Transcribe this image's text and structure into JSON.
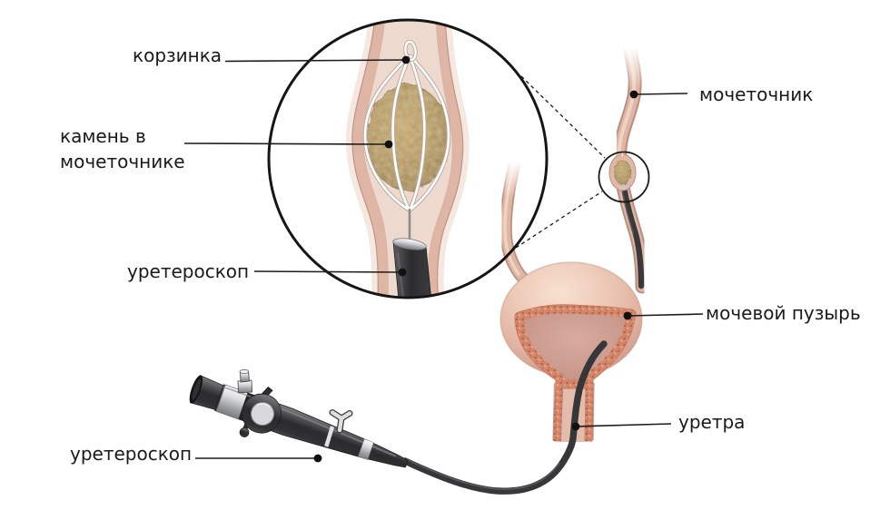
{
  "labels": {
    "basket": "корзинка",
    "stone_line1": "камень в",
    "stone_line2": "мочеточнике",
    "ureteroscope_inset": "уретероскоп",
    "ureter": "мочеточник",
    "bladder": "мочевой пузырь",
    "urethra": "уретра",
    "ureteroscope_device": "уретероскоп"
  },
  "colors": {
    "background": "#ffffff",
    "label_text": "#1a1a1a",
    "leader_line": "#1c1c1c",
    "outline_black": "#161616",
    "stone": "#a98c52",
    "stone_dark": "#84683c",
    "tissue_wall": "#dfb6a6",
    "tissue_lumen": "#eed9ce",
    "tissue_outer_halo": "#f4e8e1",
    "sponge_texture": "#d5896c",
    "bladder_dome": "#ecc7b5",
    "bladder_interior": "#c99a8d",
    "scope_dark": "#37373a",
    "silver": "#c9c9cf",
    "basket_wire": "#ffffff"
  }
}
